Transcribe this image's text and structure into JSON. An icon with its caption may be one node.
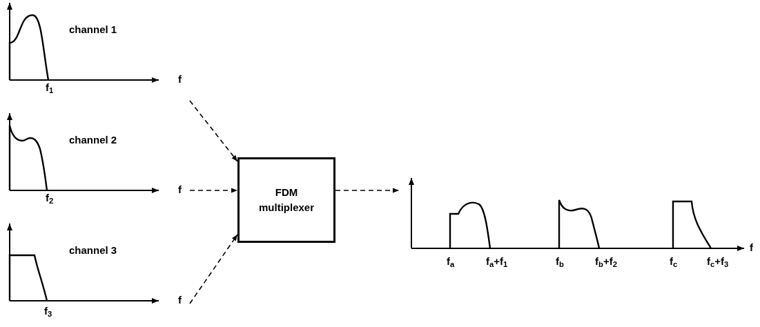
{
  "diagram": {
    "nodes": [
      {
        "text": [
          "channel 1",
          "f",
          "f$_{1}$"
        ]
      },
      {
        "text": [
          "channel 2",
          "f",
          "f$_{2}$"
        ]
      },
      {
        "text": [
          "channel 3",
          "f",
          "f$_{3}$"
        ]
      },
      {
        "text": [
          "FDM multiplexer"
        ]
      },
      {
        "text": [
          "f",
          "f$_{a}$",
          "f$_{a}$+f$_{1}$",
          "f$_{b}$",
          "f$_{b}$+f$_{2}$",
          "f$_{c}$",
          "f$_{c}$+f$_{3}$"
        ]
      }
    ],
    "edges": [
      {
        "from": 0,
        "to": 3,
        "arrow": "to",
        "style": "dashed"
      },
      {
        "from": 1,
        "to": 3,
        "arrow": "to",
        "style": "dashed"
      },
      {
        "from": 2,
        "to": 3,
        "arrow": "to",
        "style": "dashed"
      },
      {
        "from": 3,
        "to": 4,
        "arrow": "to",
        "style": "dashed"
      }
    ]
  }
}
